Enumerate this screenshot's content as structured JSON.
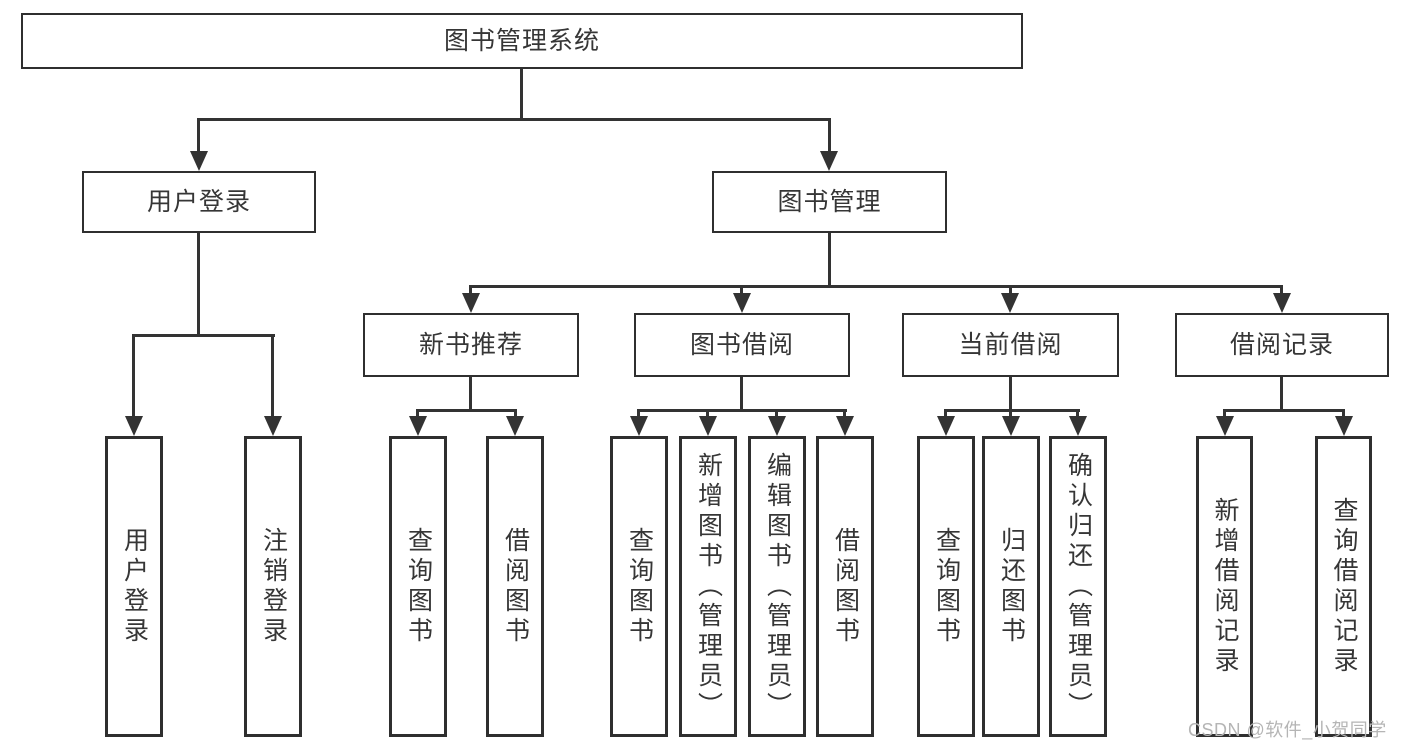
{
  "diagram_title": "图书管理系统",
  "nodes": {
    "root": {
      "label": "图书管理系统"
    },
    "level2": [
      {
        "id": "user-login",
        "label": "用户登录"
      },
      {
        "id": "book-management",
        "label": "图书管理"
      }
    ],
    "level3": [
      {
        "id": "new-book-recommend",
        "label": "新书推荐"
      },
      {
        "id": "book-borrowing",
        "label": "图书借阅"
      },
      {
        "id": "current-borrowing",
        "label": "当前借阅"
      },
      {
        "id": "borrowing-records",
        "label": "借阅记录"
      }
    ],
    "leaves": [
      {
        "label": "用户登录"
      },
      {
        "label": "注销登录"
      },
      {
        "label": "查询图书"
      },
      {
        "label": "借阅图书"
      },
      {
        "label": "查询图书"
      },
      {
        "label": "新增图书（管理员）"
      },
      {
        "label": "编辑图书（管理员）"
      },
      {
        "label": "借阅图书"
      },
      {
        "label": "查询图书"
      },
      {
        "label": "归还图书"
      },
      {
        "label": "确认归还（管理员）"
      },
      {
        "label": "新增借阅记录"
      },
      {
        "label": "查询借阅记录"
      }
    ]
  },
  "hierarchy": {
    "图书管理系统": {
      "用户登录": [
        "用户登录",
        "注销登录"
      ],
      "图书管理": {
        "新书推荐": [
          "查询图书",
          "借阅图书"
        ],
        "图书借阅": [
          "查询图书",
          "新增图书（管理员）",
          "编辑图书（管理员）",
          "借阅图书"
        ],
        "当前借阅": [
          "查询图书",
          "归还图书",
          "确认归还（管理员）"
        ],
        "借阅记录": [
          "新增借阅记录",
          "查询借阅记录"
        ]
      }
    }
  },
  "watermark": {
    "text": "CSDN @软件_小贺同学"
  },
  "colors": {
    "line": "#333333",
    "box_border": "#2f2f2f",
    "text": "#363636",
    "watermark": "#b5b5b5",
    "background": "#ffffff"
  }
}
